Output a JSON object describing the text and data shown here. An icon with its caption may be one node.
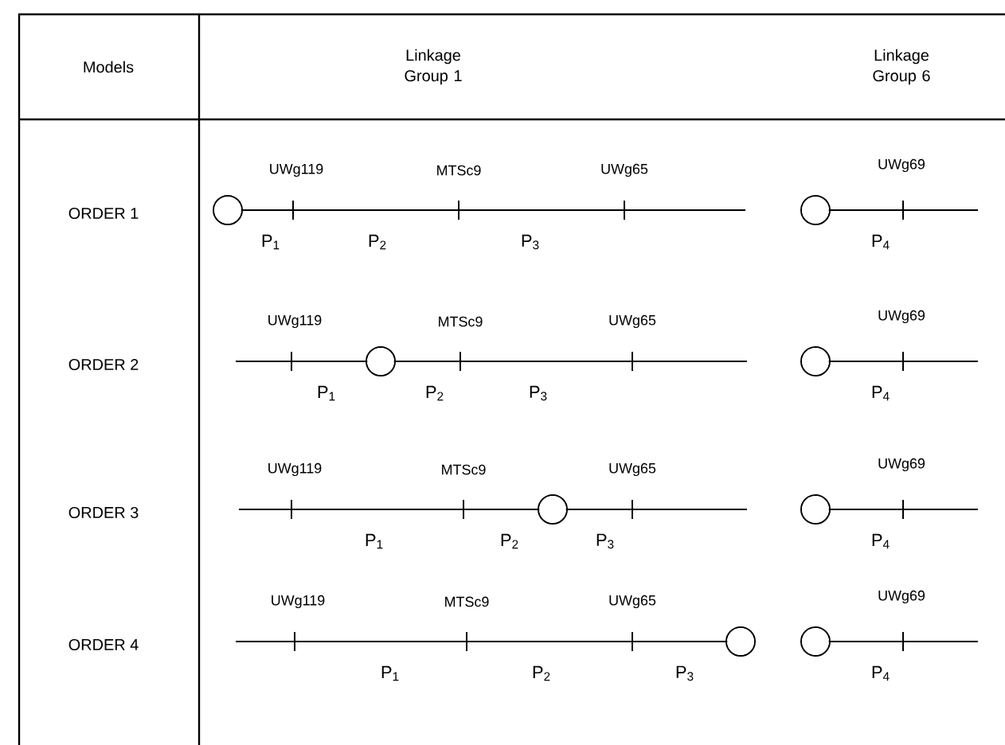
{
  "diagram": {
    "labels": [
      "Models",
      "Linkage Group 1",
      "Linkage Group 6",
      "ORDER 1",
      "UWg119",
      "MTSc9",
      "UWg65",
      "UWg69",
      "P$_{1}$",
      "P$_{2}$",
      "P$_{3}$",
      "P$_{4}$",
      "ORDER 2",
      "UWg119",
      "MTSc9",
      "UWg65",
      "UWg69",
      "P$_{1}$",
      "P$_{2}$",
      "P$_{3}$",
      "P$_{4}$",
      "ORDER 3",
      "UWg119",
      "MTSc9",
      "UWg65",
      "UWg69",
      "P$_{1}$",
      "P$_{2}$",
      "P$_{3}$",
      "P$_{4}$",
      "ORDER 4",
      "UWg119",
      "MTSc9",
      "UWg65",
      "UWg69",
      "P$_{1}$",
      "P$_{2}$",
      "P$_{3}$",
      "P$_{4}$"
    ]
  }
}
